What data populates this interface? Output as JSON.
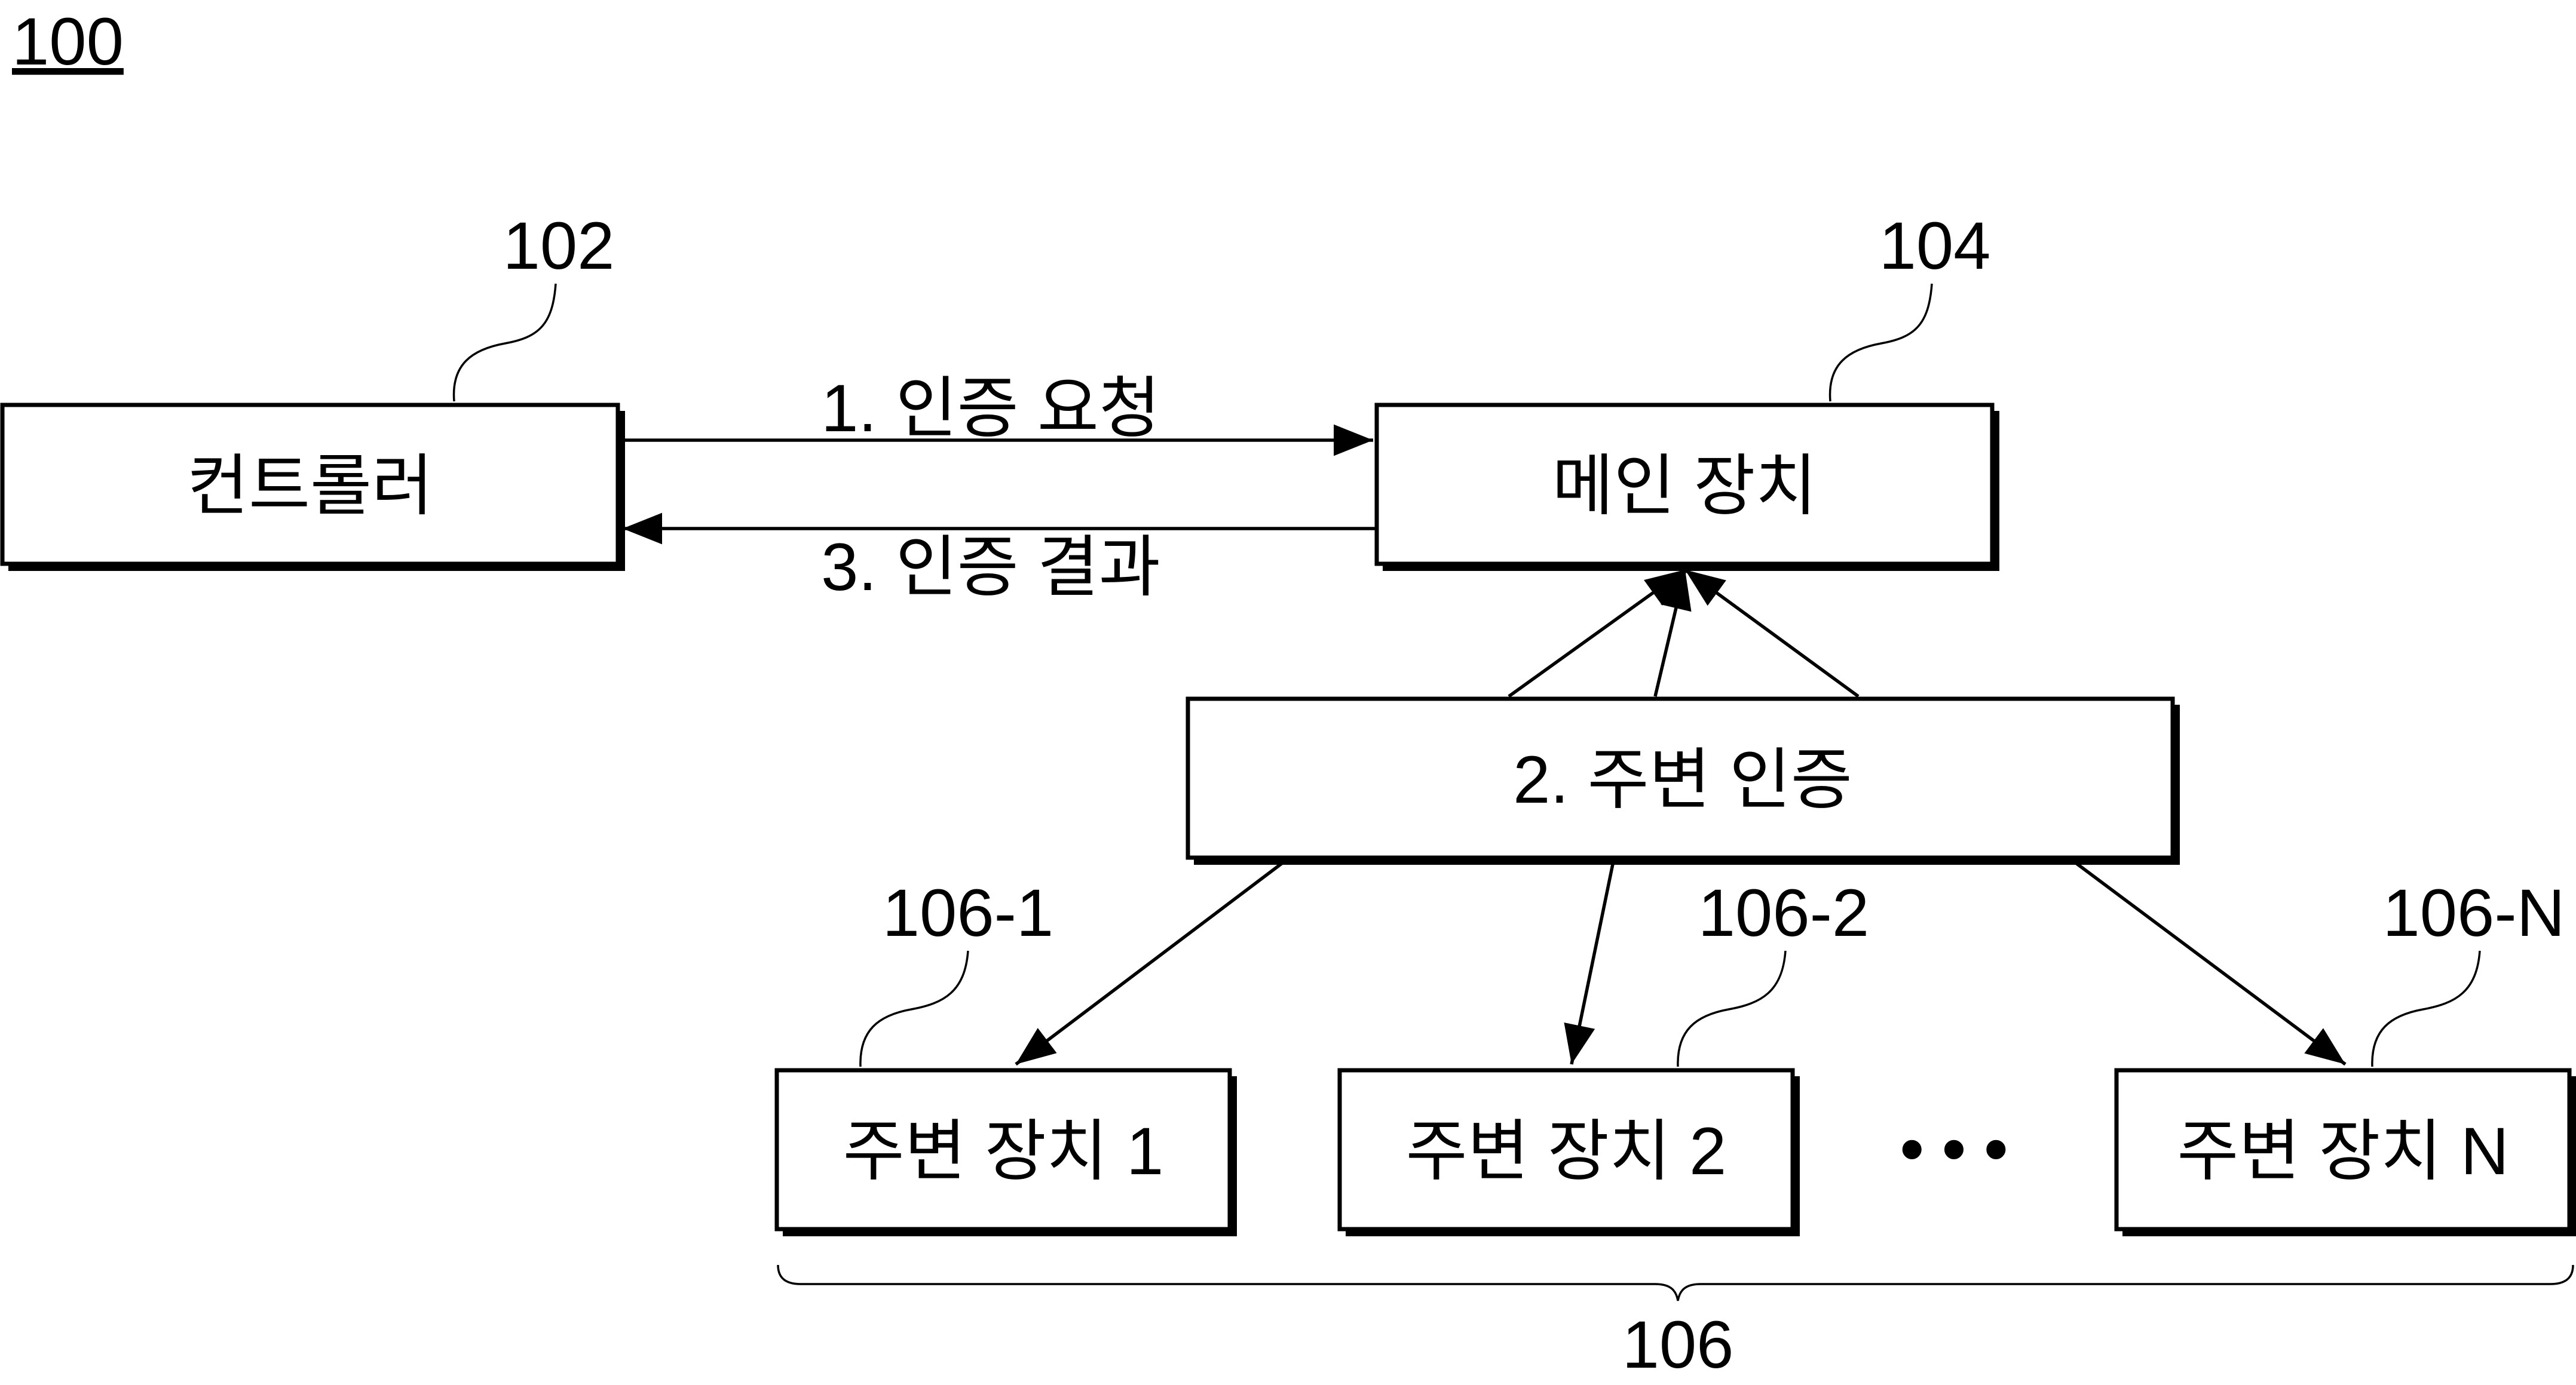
{
  "figure": {
    "number": "100",
    "controller": {
      "ref": "102",
      "label": "컨트롤러"
    },
    "main_device": {
      "ref": "104",
      "label": "메인 장치"
    },
    "auth_request": "1. 인증 요청",
    "auth_result": "3. 인증 결과",
    "peripheral_auth": "2. 주변 인증",
    "peripherals": [
      {
        "ref": "106-1",
        "label": "주변 장치 1"
      },
      {
        "ref": "106-2",
        "label": "주변 장치 2"
      },
      {
        "ref": "106-N",
        "label": "주변 장치 N"
      }
    ],
    "ellipsis": "• • •",
    "peripheral_group_ref": "106"
  }
}
